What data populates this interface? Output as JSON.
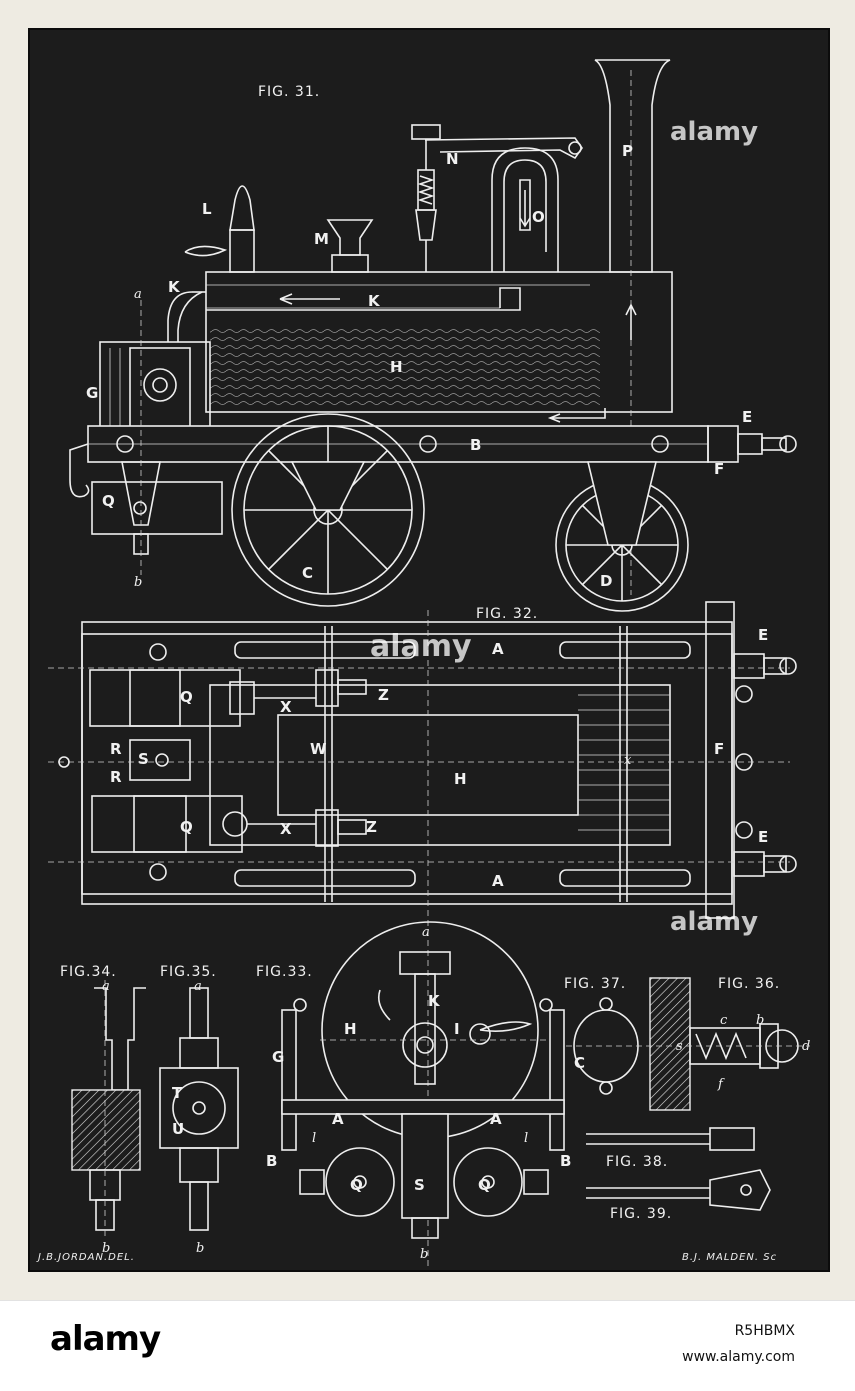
{
  "figures": {
    "fig31": "FIG. 31.",
    "fig32": "FIG. 32.",
    "fig33": "FIG.33.",
    "fig34": "FIG.34.",
    "fig35": "FIG.35.",
    "fig36": "FIG. 36.",
    "fig37": "FIG. 37.",
    "fig38": "FIG. 38.",
    "fig39": "FIG. 39."
  },
  "labels": {
    "fig31": [
      "L",
      "M",
      "N",
      "O",
      "P",
      "K",
      "K",
      "H",
      "G",
      "B",
      "E",
      "F",
      "Q",
      "C",
      "D",
      "a",
      "b"
    ],
    "fig32": [
      "A",
      "A",
      "E",
      "E",
      "F",
      "Q",
      "Q",
      "R",
      "R",
      "S",
      "H",
      "W",
      "X",
      "X",
      "Z",
      "Z",
      "x"
    ],
    "fig33": [
      "a",
      "K",
      "H",
      "I",
      "G",
      "C",
      "A",
      "A",
      "B",
      "B",
      "Q",
      "Q",
      "S",
      "l",
      "l",
      "b"
    ],
    "fig34": [
      "a",
      "b"
    ],
    "fig35": [
      "a",
      "T",
      "U",
      "b"
    ],
    "fig36": [
      "c",
      "b",
      "s",
      "d",
      "f"
    ]
  },
  "credits": {
    "left": "J.B.JORDAN.DEL.",
    "right": "B.J. MALDEN. Sc"
  },
  "watermarks": {
    "text": "alamy"
  },
  "footer": {
    "brand": "alamy",
    "image_id": "R5HBMX",
    "site": "www.alamy.com"
  }
}
